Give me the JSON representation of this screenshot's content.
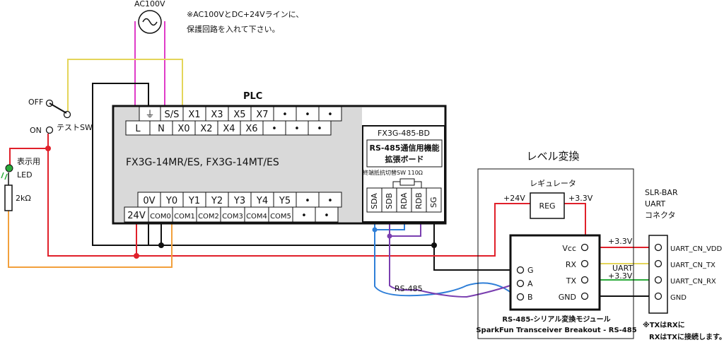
{
  "ac_label": "AC100V",
  "note": {
    "line1": "※AC100VとDC+24Vラインに、",
    "line2": "保護回路を入れて下さい。"
  },
  "plc": {
    "title": "PLC",
    "model": "FX3G-14MR/ES, FX3G-14MT/ES",
    "top_row": [
      "⏚",
      "S/S",
      "X1",
      "X3",
      "X5",
      "X7",
      "•",
      "•",
      "•"
    ],
    "second_row": [
      "L",
      "N",
      "X0",
      "X2",
      "X4",
      "X6",
      "•",
      "•",
      "•"
    ],
    "out_top_row": [
      "0V",
      "Y0",
      "Y1",
      "Y2",
      "Y3",
      "Y4",
      "Y5",
      "•",
      "•"
    ],
    "out_bottom_row": [
      "24V",
      "COM0",
      "COM1",
      "COM2",
      "COM3",
      "COM4",
      "COM5",
      "•",
      "•"
    ]
  },
  "board": {
    "name": "FX3G-485-BD",
    "desc_line1": "RS-485通信用機能",
    "desc_line2": "拡張ボード",
    "switch_label": "終端抵抗切替SW 110Ω",
    "terminals": [
      "SDA",
      "SDB",
      "RDA",
      "RDB",
      "SG"
    ]
  },
  "switch": {
    "off_label": "OFF",
    "on_label": "ON",
    "name": "テストSW"
  },
  "led": {
    "label_line1": "表示用",
    "label_line2": "LED",
    "resistor": "2kΩ"
  },
  "level_shift": {
    "title": "レベル変換",
    "regulator_title": "レギュレータ",
    "reg": "REG",
    "in_label": "+24V",
    "out_label": "+3.3V"
  },
  "module": {
    "pins_right": [
      "Vcc",
      "RX",
      "TX",
      "GND"
    ],
    "pins_left": [
      "G",
      "A",
      "B"
    ],
    "caption_line1": "RS-485-シリアル変換モジュール",
    "caption_line2": "SparkFun Transceiver Breakout - RS-485"
  },
  "rs485_label": "RS-485",
  "wire_labels": {
    "vcc": "+3.3V",
    "uart": "UART",
    "tx": "+3.3V"
  },
  "connector": {
    "title1": "SLR-BAR",
    "title2": "UART",
    "title3": "コネクタ",
    "pins": [
      "UART_CN_VDD",
      "UART_CN_TX",
      "UART_CN_RX",
      "GND"
    ],
    "note_line1": "※TXはRXに",
    "note_line2": "RXはTXに接続します。"
  },
  "colors": {
    "magenta": "#e03cc8",
    "yellow": "#e4d55a",
    "red": "#e0202a",
    "orange": "#f2a03c",
    "blue": "#2f7fd8",
    "purple": "#7a3fb0",
    "green": "#2aaa3a",
    "plc_fill": "#d9d9d9"
  }
}
